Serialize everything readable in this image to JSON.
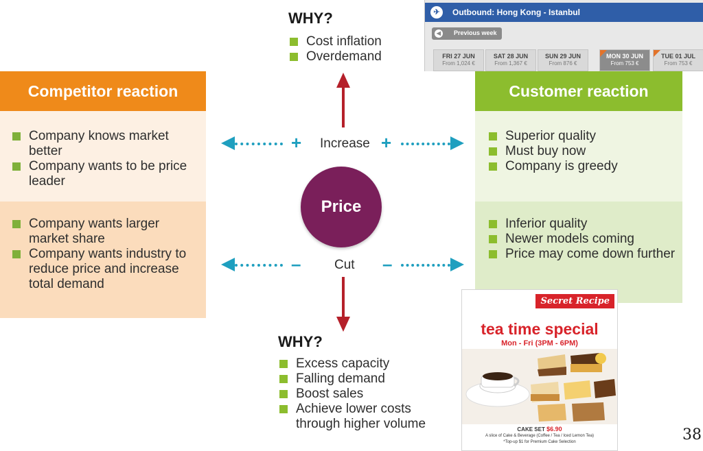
{
  "why_top": {
    "title": "WHY?",
    "items": [
      "Cost inflation",
      "Overdemand"
    ]
  },
  "why_bottom": {
    "title": "WHY?",
    "items": [
      "Excess capacity",
      "Falling demand",
      "Boost sales",
      "Achieve lower costs through higher volume"
    ]
  },
  "competitor": {
    "title": "Competitor reaction",
    "increase_items": [
      "Company knows market better",
      "Company wants to be price leader"
    ],
    "cut_items": [
      "Company wants larger market share",
      "Company wants industry to reduce price and increase total demand"
    ]
  },
  "customer": {
    "title": "Customer reaction",
    "increase_items": [
      "Superior quality",
      "Must buy now",
      "Company is greedy"
    ],
    "cut_items": [
      "Inferior quality",
      "Newer models coming",
      "Price may come down further"
    ]
  },
  "center": {
    "label": "Price",
    "increase_label": "Increase",
    "cut_label": "Cut",
    "plus_sign": "+",
    "minus_sign": "–"
  },
  "flight": {
    "title": "Outbound: Hong Kong - Istanbul",
    "prev_label": "Previous week",
    "days": [
      {
        "date": "FRI 27 JUN",
        "price": "From 1,024 €",
        "selected": false,
        "flag": false
      },
      {
        "date": "SAT 28 JUN",
        "price": "From 1,367 €",
        "selected": false,
        "flag": false
      },
      {
        "date": "SUN 29 JUN",
        "price": "From 876 €",
        "selected": false,
        "flag": false
      },
      {
        "date": "MON 30 JUN",
        "price": "From 753 €",
        "selected": true,
        "flag": true
      },
      {
        "date": "TUE 01 JUL",
        "price": "From 753 €",
        "selected": false,
        "flag": true
      }
    ]
  },
  "poster": {
    "brand": "Secret Recipe",
    "title": "tea time special",
    "hours": "Mon - Fri (3PM - 6PM)",
    "price_prefix": "CAKE SET",
    "price": "$6.90",
    "line1": "A slice of Cake & Beverage (Coffee / Tea / Iced Lemon Tea)",
    "line2": "*Top-up $1 for Premium Cake Selection"
  },
  "page_number": "38",
  "colors": {
    "competitor_head": "#ef8a1a",
    "competitor_top": "#fdf0e3",
    "competitor_bottom": "#fbdcbc",
    "customer_head": "#8cbd2e",
    "customer_top": "#eff5e2",
    "customer_bottom": "#dfecc9",
    "price_circle": "#7a1f5a",
    "arrow_red": "#b5202a",
    "arrow_teal": "#1f9fbf",
    "bullet": "#8cbd2e"
  }
}
